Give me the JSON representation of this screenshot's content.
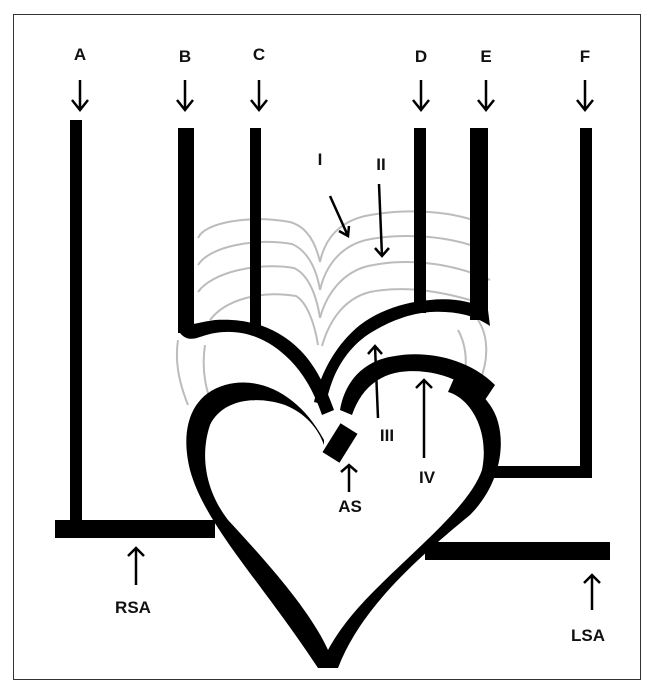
{
  "diagram": {
    "labels": {
      "A": "A",
      "B": "B",
      "C": "C",
      "D": "D",
      "E": "E",
      "F": "F",
      "I": "I",
      "II": "II",
      "III": "III",
      "IV": "IV",
      "AS": "AS",
      "RSA": "RSA",
      "LSA": "LSA"
    },
    "colors": {
      "ink": "#000000",
      "faint_lines": "#b8b8b8",
      "border": "#333333",
      "background": "#ffffff"
    }
  }
}
